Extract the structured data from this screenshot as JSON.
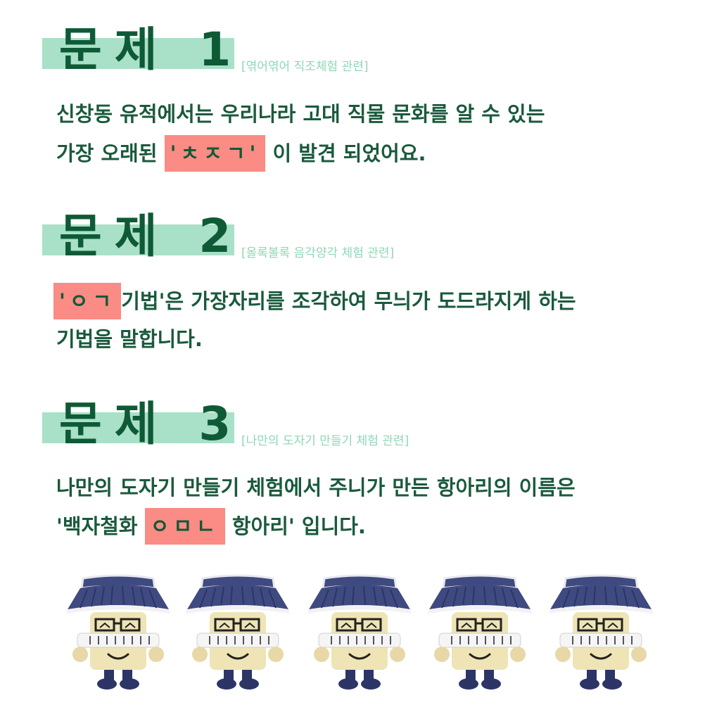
{
  "q1": {
    "title": "문제 1",
    "subtitle": "[엮어엮어 직조체험 관련]",
    "line1": "신창동 유적에서는 우리나라 고대 직물 문화를 알 수 있는",
    "line2_pre": "가장 오래된",
    "line2_hl": "'ㅊㅈㄱ'",
    "line2_post": "이 발견 되었어요."
  },
  "q2": {
    "title": "문제 2",
    "subtitle": "[올록볼록 음각양각 체험 관련]",
    "line1_hl": "'ㅇㄱ",
    "line1_post": "기법'은 가장자리를 조각하여 무늬가 도드라지게 하는",
    "line2": "기법을 말합니다."
  },
  "q3": {
    "title": "문제 3",
    "subtitle": "[나만의 도자기 만들기 체험 관련]",
    "line1": "나만의 도자기 만들기 체험에서 주니가 만든 항아리의 이름은",
    "line2_pre": "'백자철화",
    "line2_hl": "ㅇㅁㄴ",
    "line2_post": "항아리' 입니다."
  },
  "colors": {
    "title": "#0f5a36",
    "band": "#a9e0c8",
    "subtitle": "#8fd6b6",
    "highlight": "#fa8b85",
    "roof": "#3f4a80"
  },
  "mascot_icon": "pavilion-mascot-icon"
}
